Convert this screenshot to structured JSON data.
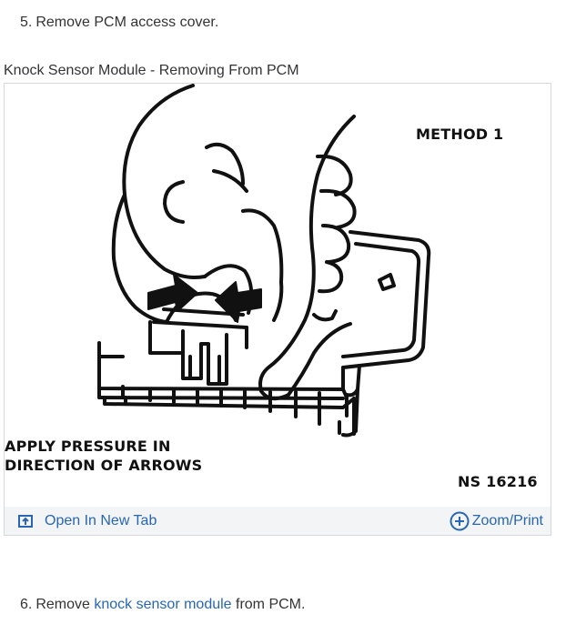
{
  "steps": [
    {
      "number": "5.",
      "text": "Remove PCM access cover."
    },
    {
      "number": "6.",
      "text_before": "Remove ",
      "link": "knock sensor module",
      "text_after": " from PCM."
    }
  ],
  "figure": {
    "caption": "Knock Sensor Module - Removing From PCM",
    "method_label": "METHOD 1",
    "instruction_line1": "APPLY PRESSURE IN",
    "instruction_line2": "DIRECTION OF ARROWS",
    "code": "NS 16216"
  },
  "toolbar": {
    "open_label": "Open In New Tab",
    "open_icon": "open-new-tab-icon",
    "zoom_label": "Zoom/Print",
    "zoom_icon": "plus-circle-icon"
  },
  "colors": {
    "link": "#2866b3",
    "text": "#333333",
    "toolbar_bg": "#f2f4f6",
    "figure_border": "#d5d9dd"
  }
}
